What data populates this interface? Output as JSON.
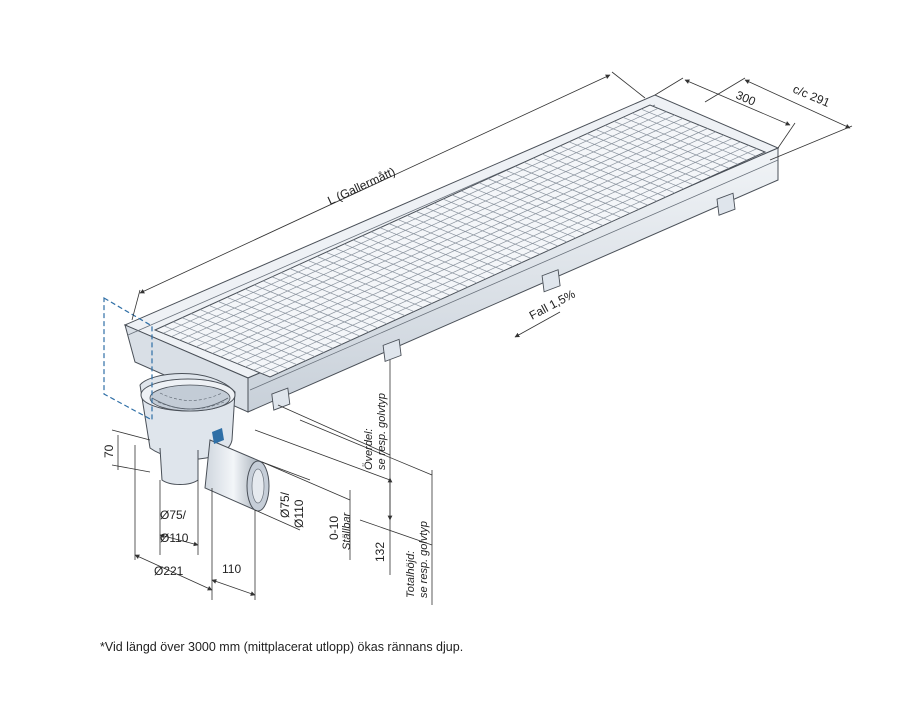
{
  "labels": {
    "length": "L (Gallermått)",
    "width_300": "300",
    "cc_291": "c/c 291",
    "fall": "Fall 1,5%",
    "overdel_1": "Överdel:",
    "overdel_2": "se resp. golvtyp",
    "dim_70": "70",
    "d75_left": "Ø75/",
    "d110_left": "Ø110",
    "d221": "Ø221",
    "d110_dim": "110",
    "d75_right": "Ø75/",
    "d110_right": "Ø110",
    "stall_1": "0-10",
    "stall_2": "Ställbar",
    "dim_132": "132",
    "total_1": "Totalhöjd:",
    "total_2": "se resp. golvtyp"
  },
  "footnote": "*Vid längd över 3000 mm (mittplacerat utlopp) ökas rännans djup.",
  "colors": {
    "outline": "#4a5058",
    "steel": "#e9edf2",
    "steel_dark": "#b9c1cb",
    "blue_accent": "#2f6fa6",
    "grid_line": "#8a939e"
  }
}
